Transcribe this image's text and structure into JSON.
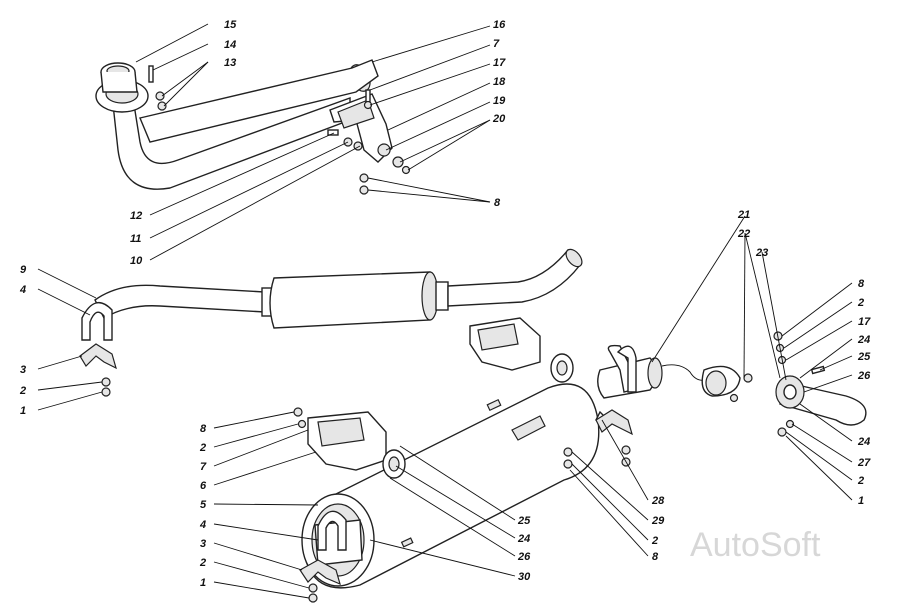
{
  "callouts_upper_pipe": [
    "15",
    "14",
    "13",
    "16",
    "7",
    "17",
    "18",
    "19",
    "20",
    "12",
    "11",
    "10",
    "8"
  ],
  "callouts_mid_pipe": [
    "9",
    "4",
    "3",
    "2",
    "1"
  ],
  "callouts_right_assembly": [
    "21",
    "22",
    "23",
    "8",
    "2",
    "17",
    "24",
    "25",
    "26",
    "24",
    "27",
    "2",
    "1"
  ],
  "callouts_muffler": [
    "8",
    "2",
    "7",
    "6",
    "5",
    "4",
    "3",
    "2",
    "1",
    "25",
    "24",
    "26",
    "30",
    "28",
    "29",
    "2",
    "8"
  ],
  "watermark": "AutoSoft"
}
